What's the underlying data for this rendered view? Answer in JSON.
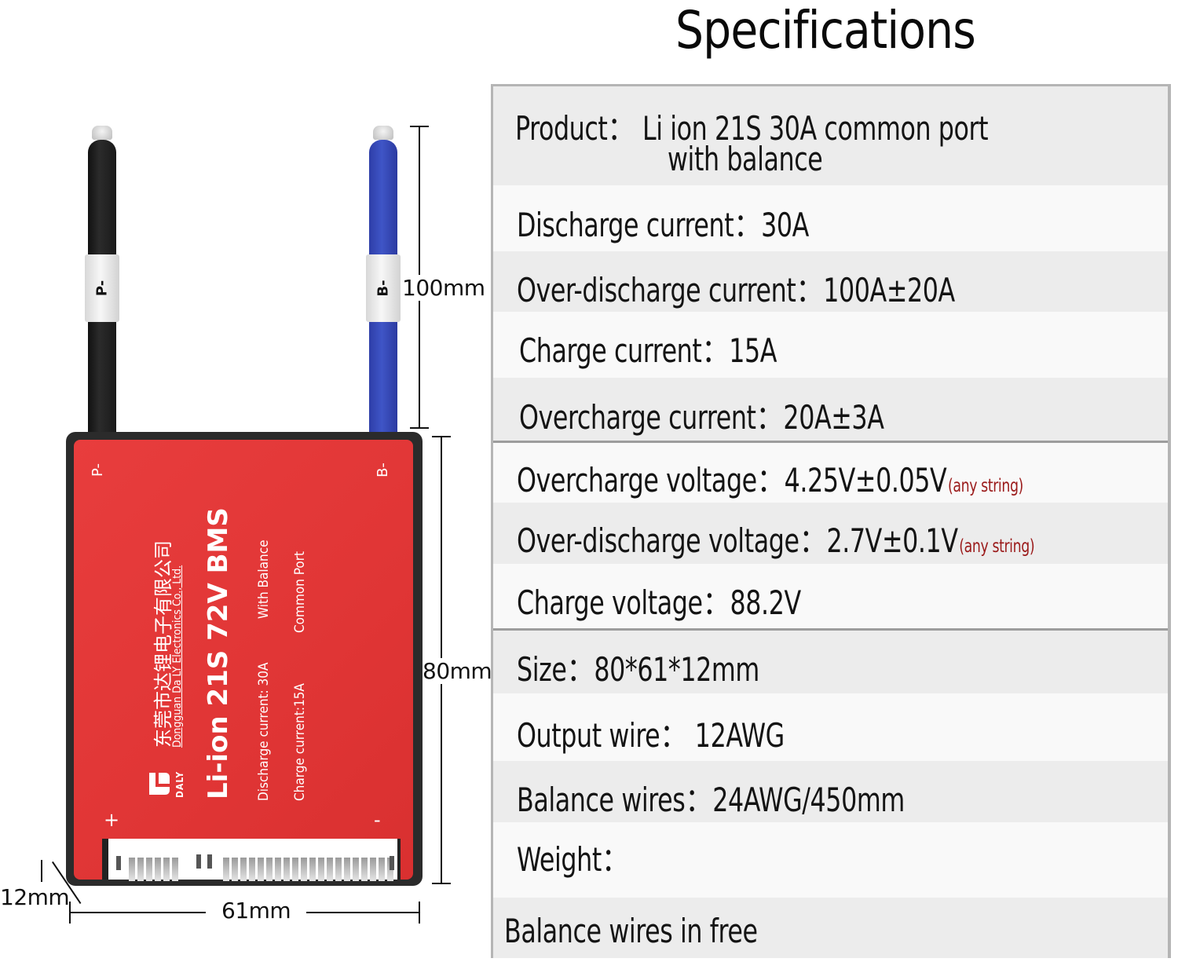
{
  "title": "Specifications",
  "product_drawing": {
    "wires": [
      {
        "label": "P-",
        "color": "#1a1a1a"
      },
      {
        "label": "B-",
        "color": "#3a4fc0"
      }
    ],
    "board": {
      "color": "#e2393a",
      "corner_labels": {
        "top_left": "P-",
        "top_right": "B-",
        "bottom_left": "+",
        "bottom_right": "-"
      },
      "logo_text": "DALY",
      "company_cn": "东莞市达锂电子有限公司",
      "company_en": "Dongguan Da LY Electronics Co., Ltd.",
      "model": "Li-ion 21S 72V BMS",
      "line1_left": "Discharge current: 30A",
      "line1_right": "With Balance",
      "line2_left": "Charge current:15A",
      "line2_right": "Common Port"
    },
    "dimensions": {
      "wire_length": "100mm",
      "height": "80mm",
      "width": "61mm",
      "thickness": "12mm"
    }
  },
  "specs": {
    "group1": [
      {
        "label": "Product：",
        "value": "Li ion 21S 30A common port",
        "value_line2": "with balance"
      },
      {
        "label": "Discharge current：",
        "value": "30A"
      },
      {
        "label": "Over-discharge current：",
        "value": "100A±20A"
      },
      {
        "label": "Charge current：",
        "value": "15A"
      },
      {
        "label": "Overcharge current：",
        "value": "20A±3A"
      }
    ],
    "group2": [
      {
        "label": "Overcharge voltage：",
        "value": "4.25V±0.05V",
        "note": "(any string)"
      },
      {
        "label": "Over-discharge voltage：",
        "value": "2.7V±0.1V",
        "note": "(any string)"
      },
      {
        "label": "Charge voltage：",
        "value": "88.2V"
      }
    ],
    "group3": [
      {
        "label": "Size：",
        "value": "80*61*12mm"
      },
      {
        "label": "Output wire：",
        "value": " 12AWG"
      },
      {
        "label": "Balance wires：",
        "value": "24AWG/450mm"
      },
      {
        "label": "Weight：",
        "value": ""
      },
      {
        "label": "Balance wires in free",
        "value": ""
      }
    ],
    "note_color": "#9b1b1b"
  }
}
